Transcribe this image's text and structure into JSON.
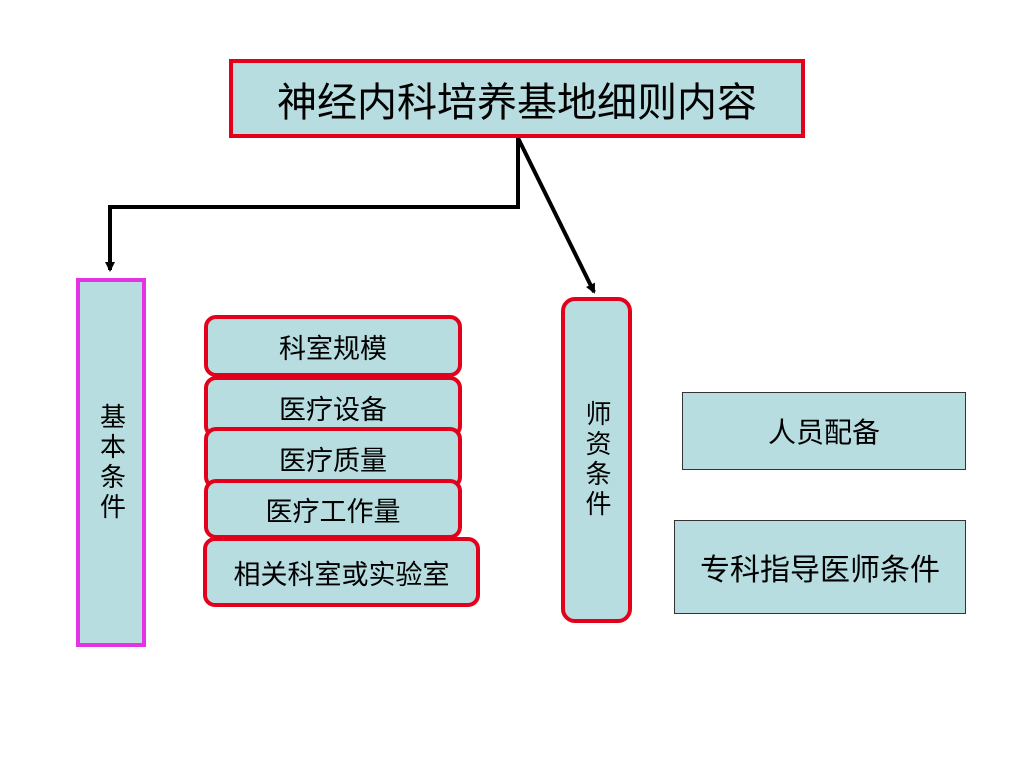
{
  "diagram": {
    "title": "神经内科培养基地细则内容",
    "basic_conditions": {
      "label": "基本条件",
      "items": [
        "科室规模",
        "医疗设备",
        "医疗质量",
        "医疗工作量",
        "相关科室或实验室"
      ]
    },
    "teacher_conditions": {
      "label": "师资条件",
      "items": [
        "人员配备",
        "专科指导医师条件"
      ]
    }
  },
  "colors": {
    "box_fill": "#b7dde0",
    "red_border": "#e3001b",
    "magenta_border": "#e433e4",
    "arrow": "#000000"
  }
}
